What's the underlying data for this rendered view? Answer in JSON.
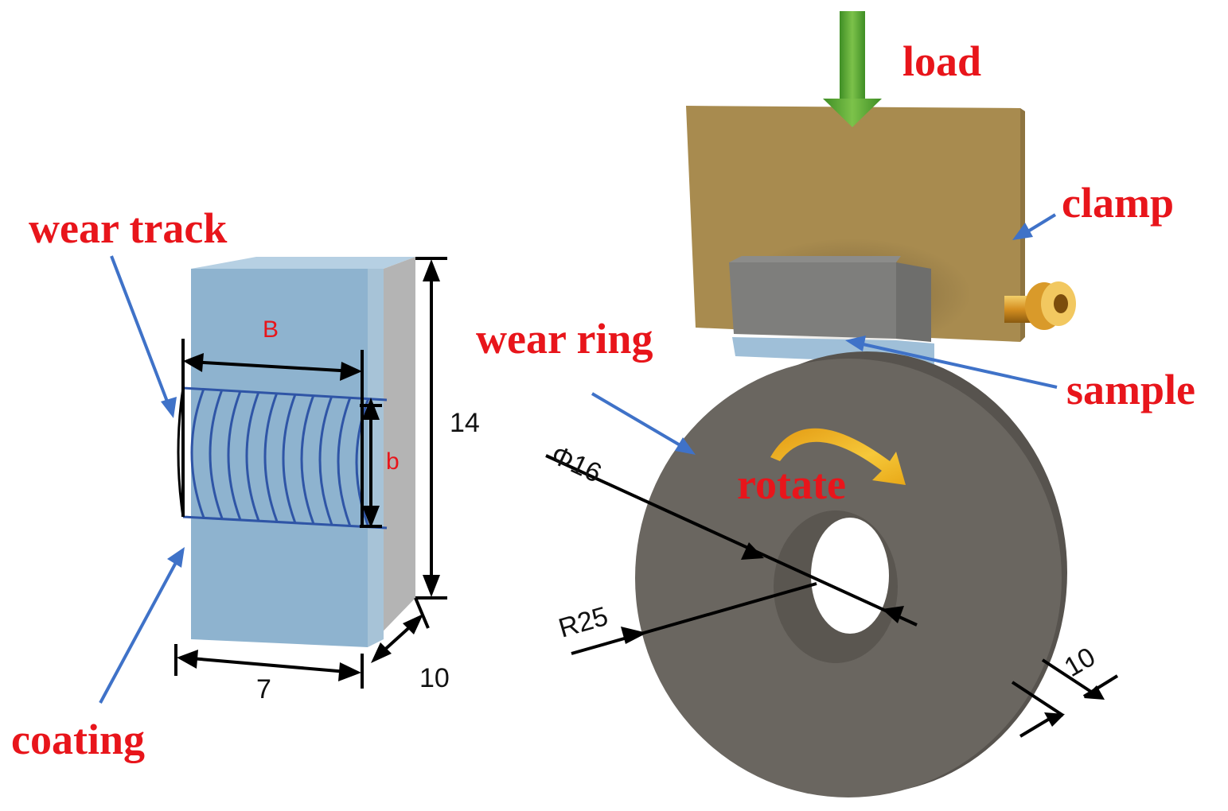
{
  "labels": {
    "load": "load",
    "clamp": "clamp",
    "sample": "sample",
    "wear_ring": "wear ring",
    "rotate": "rotate",
    "wear_track": "wear track",
    "coating": "coating"
  },
  "dimensions": {
    "block_height": "14",
    "block_width": "7",
    "block_depth": "10",
    "track_length": "B",
    "track_width": "b",
    "inner_diameter": "Φ16",
    "outer_radius": "R25",
    "ring_thickness": "10"
  },
  "colors": {
    "label_red": "#e8151b",
    "pointer_blue": "#3f72c8",
    "coating_blue": "#8eb3cf",
    "track_line_blue": "#2f55a6",
    "clamp_gold": "#a88b4f",
    "ring_gray": "#6a6660",
    "sample_gray": "#7e7e7c",
    "load_green": "#4fa22e",
    "rotate_arrow": "#f0b21e"
  }
}
